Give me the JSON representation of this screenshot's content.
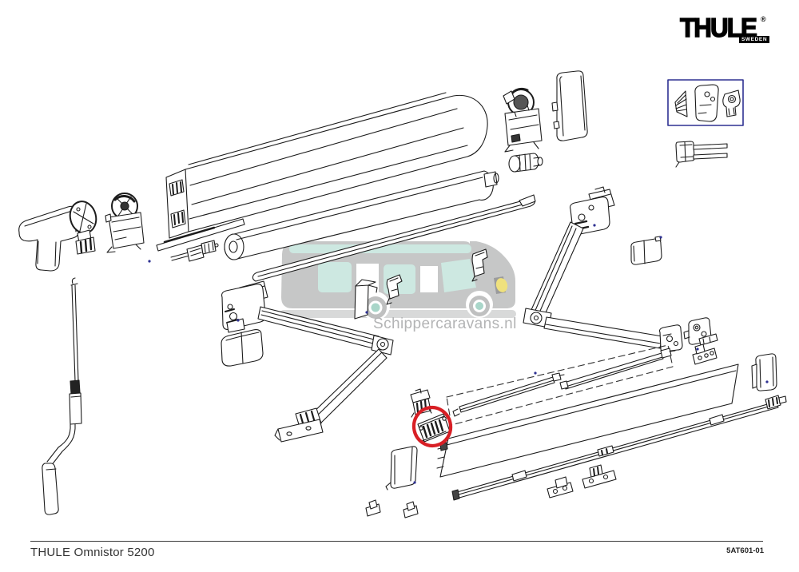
{
  "brand": {
    "logo_text": "THULE",
    "registered_mark": "®",
    "country_label": "SWEDEN"
  },
  "watermark": {
    "site_text": "Schippercaravans.nl"
  },
  "footer": {
    "product_title": "THULE Omnistor 5200",
    "document_code": "5AT601-01"
  },
  "colors": {
    "line": "#1c1c1c",
    "highlight_red": "#d81f25",
    "callout_blue": "#2e3192",
    "marker_blue": "#2e3192",
    "watermark_gray": "#c6c7c7",
    "watermark_teal": "#cde8e1",
    "watermark_text": "#b3b4b5",
    "headlight_yellow": "#efe17d"
  },
  "diagram": {
    "parts": [
      "left-end-cap-cover",
      "gear-hub",
      "motor-drive-unit",
      "crank-handle",
      "case-top-profile",
      "case-bottom-lip",
      "roller-tube",
      "lead-rail-profile",
      "gear-end-unit",
      "end-cover-right",
      "roller-end-bushing",
      "callout-kit-box",
      "fork-pin-connector",
      "left-spring-arm",
      "right-spring-arm",
      "arm-cover-cap-left",
      "arm-cover-cap-right",
      "folded-bracket-plate",
      "clip-bracket-center",
      "clip-bracket-right",
      "tension-rafter-upper",
      "tension-rafter-lower",
      "front-panel-profile",
      "support-tube",
      "fabric-clamp-slider",
      "slider-bracket",
      "mounting-bracket-a",
      "mounting-bracket-b",
      "holed-bracket-right",
      "end-cap-right",
      "small-clips"
    ]
  }
}
